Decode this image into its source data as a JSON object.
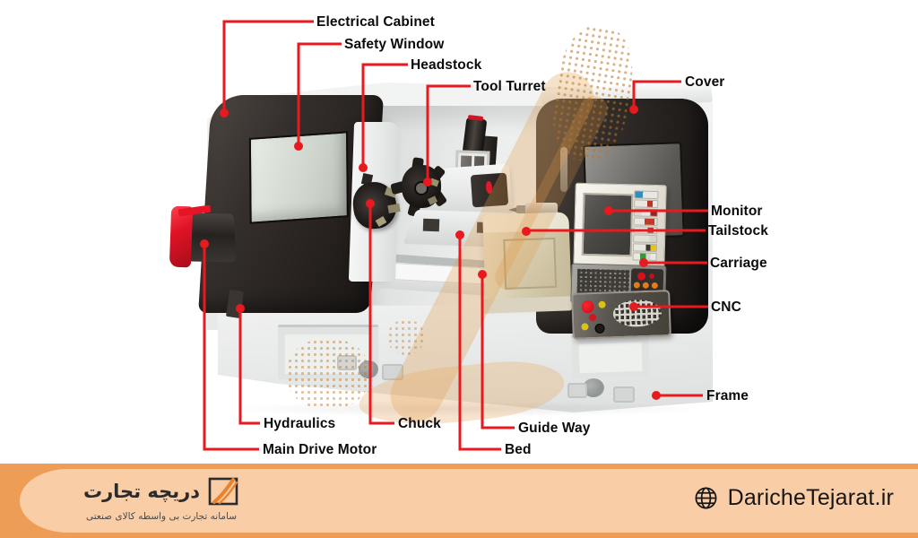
{
  "diagram": {
    "machine_type": "CNC lathe labeled parts diagram",
    "labels": {
      "electrical_cabinet": "Electrical Cabinet",
      "safety_window": "Safety Window",
      "headstock": "Headstock",
      "tool_turret": "Tool Turret",
      "cover": "Cover",
      "monitor": "Monitor",
      "tailstock": "Tailstock",
      "carriage": "Carriage",
      "cnc": "CNC",
      "frame": "Frame",
      "hydraulics": "Hydraulics",
      "chuck": "Chuck",
      "guide_way": "Guide Way",
      "bed": "Bed",
      "main_drive_motor": "Main Drive Motor"
    }
  },
  "footer": {
    "brand_title": "دریچه تجارت",
    "brand_subtitle": "سامانه تجارت بی واسطه کالای صنعتی",
    "website": "DaricheTejarat.ir"
  },
  "icons": {
    "globe": "globe-icon",
    "brand_logo": "dariche-tejarat-logo-mark"
  },
  "colors": {
    "leader_line": "#e8191f",
    "label_text": "#0b0b0b",
    "accent_red": "#e2182b",
    "machine_dark": "#2b2622",
    "machine_light": "#eceeed",
    "tailstock_tan": "#d4cbae",
    "watermark_orange": "#dd9445",
    "footer_band": "#ee9d56",
    "footer_panel": "#f9cda6"
  }
}
